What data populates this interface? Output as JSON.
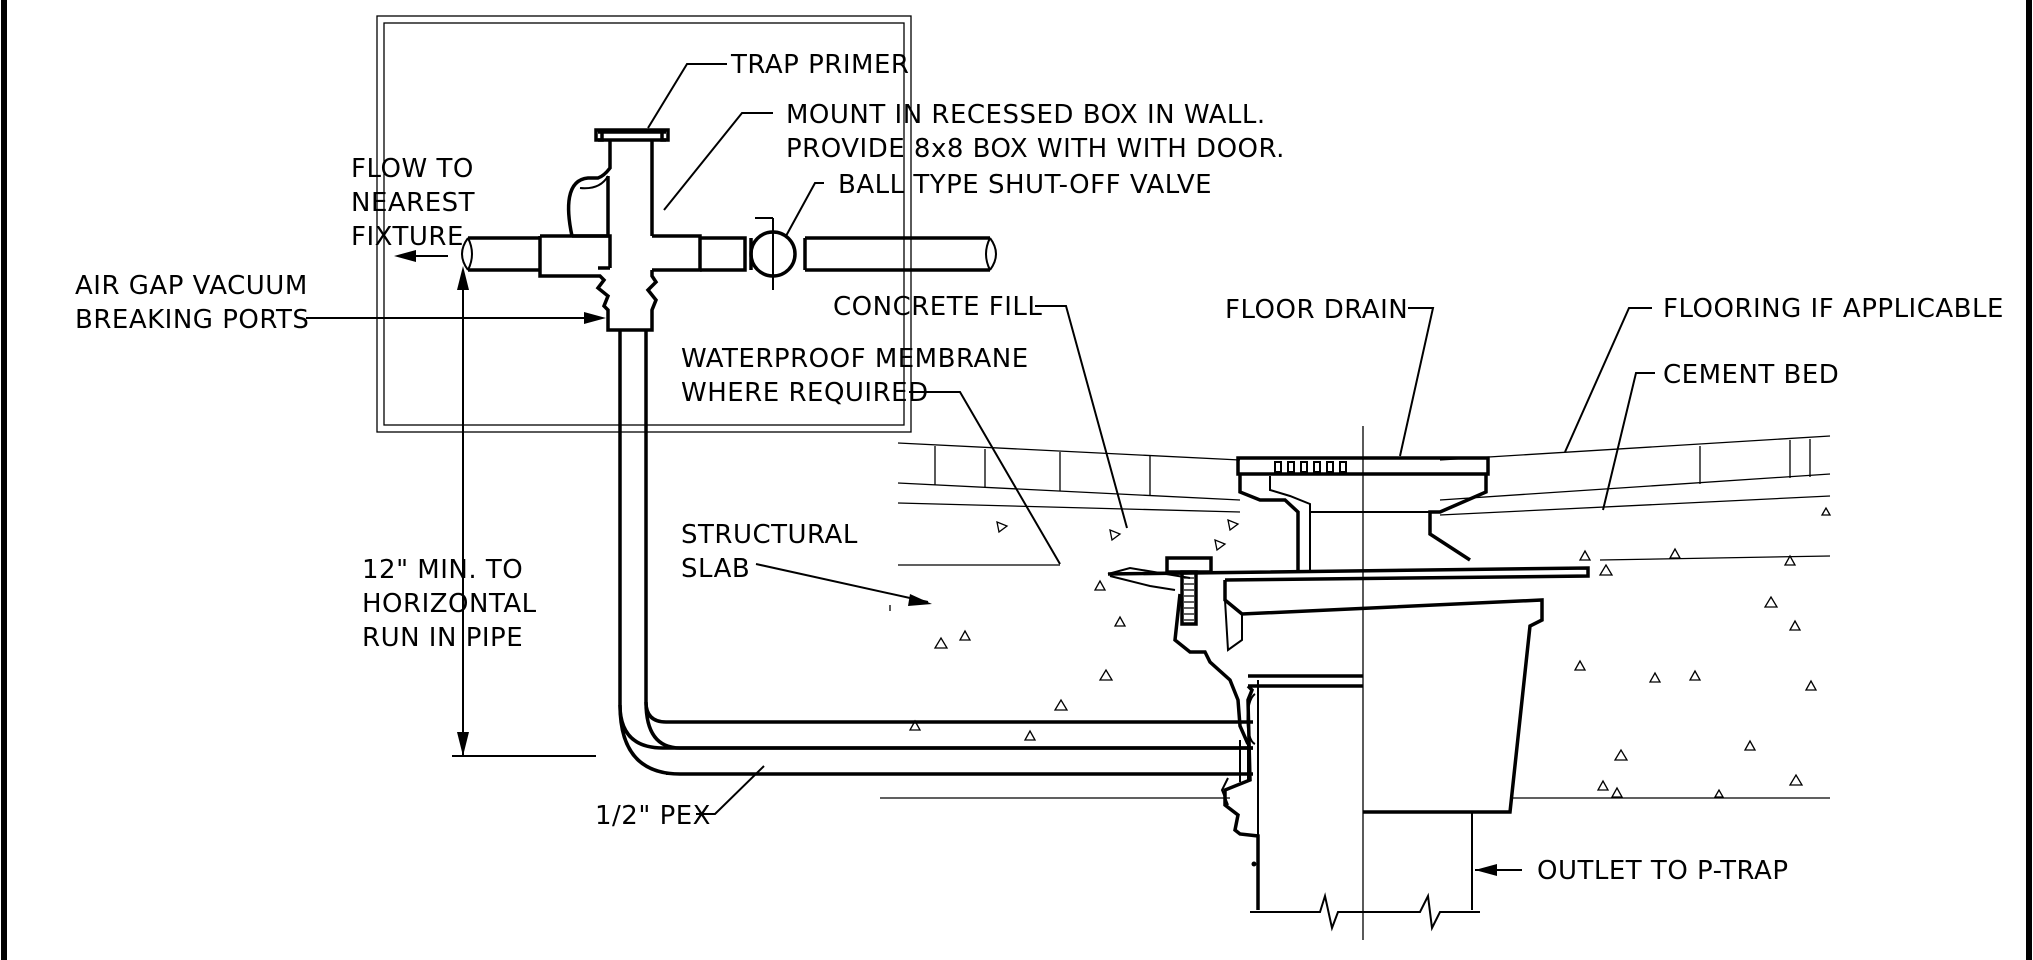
{
  "labels": {
    "trap_primer": "TRAP PRIMER",
    "mount_line1": "MOUNT IN RECESSED BOX IN WALL.",
    "mount_line2": "PROVIDE 8x8 BOX WITH WITH DOOR.",
    "ball_valve": "BALL TYPE SHUT-OFF VALVE",
    "flow_line1": "FLOW TO",
    "flow_line2": "NEAREST",
    "flow_line3": "FIXTURE",
    "airgap_line1": "AIR GAP VACUUM",
    "airgap_line2": "BREAKING PORTS",
    "concrete_fill": "CONCRETE FILL",
    "floor_drain": "FLOOR DRAIN",
    "flooring": "FLOORING IF APPLICABLE",
    "cement_bed": "CEMENT BED",
    "membrane_line1": "WATERPROOF MEMBRANE",
    "membrane_line2": "WHERE REQUIRED",
    "slab_line1": "STRUCTURAL",
    "slab_line2": "SLAB",
    "min_line1": "12\" MIN. TO",
    "min_line2": "HORIZONTAL",
    "min_line3": "RUN IN PIPE",
    "pex": "1/2\" PEX",
    "outlet": "OUTLET TO P-TRAP"
  }
}
